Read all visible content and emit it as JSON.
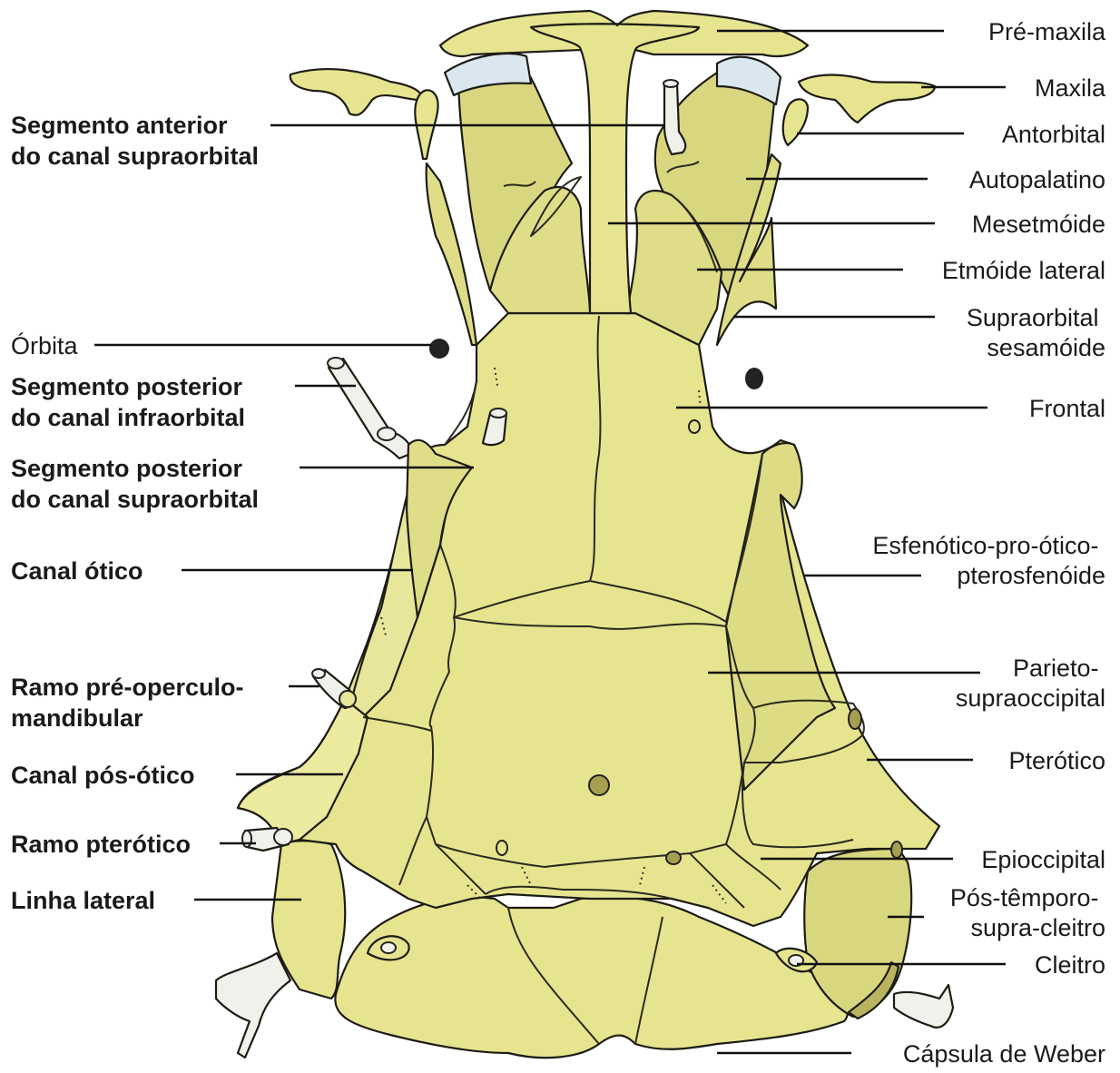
{
  "labels_right": [
    {
      "lines": [
        "Pré-maxila"
      ]
    },
    {
      "lines": [
        "Maxila"
      ]
    },
    {
      "lines": [
        "Antorbital"
      ]
    },
    {
      "lines": [
        "Autopalatino"
      ]
    },
    {
      "lines": [
        "Mesetmóide"
      ]
    },
    {
      "lines": [
        "Etmóide lateral"
      ]
    },
    {
      "lines": [
        "Supraorbital",
        "sesamóide"
      ]
    },
    {
      "lines": [
        "Frontal"
      ]
    },
    {
      "lines": [
        "Esfenótico-pro-ótico-",
        "pterosfenóide"
      ]
    },
    {
      "lines": [
        "Parieto-",
        "supraoccipital"
      ]
    },
    {
      "lines": [
        "Pterótico"
      ]
    },
    {
      "lines": [
        "Epioccipital"
      ]
    },
    {
      "lines": [
        "Pós-têmporo-",
        "supra-cleitro"
      ]
    },
    {
      "lines": [
        "Cleitro"
      ]
    },
    {
      "lines": [
        "Cápsula de Weber"
      ]
    }
  ],
  "labels_left": [
    {
      "lines": [
        "Segmento anterior",
        "do canal supraorbital"
      ]
    },
    {
      "lines": [
        "Órbita"
      ]
    },
    {
      "lines": [
        "Segmento posterior",
        "do canal infraorbital"
      ]
    },
    {
      "lines": [
        "Segmento posterior",
        "do canal supraorbital"
      ]
    },
    {
      "lines": [
        "Canal ótico"
      ]
    },
    {
      "lines": [
        "Ramo pré-operculo-",
        "mandibular"
      ]
    },
    {
      "lines": [
        "Canal pós-ótico"
      ]
    },
    {
      "lines": [
        "Ramo pterótico"
      ]
    },
    {
      "lines": [
        "Linha lateral"
      ]
    }
  ],
  "colors": {
    "bone_fill": "#e6e48f",
    "bone_shadow": "#cfcb73",
    "bone_light": "#f2f0b4",
    "cartilage_blue": "#dbe7ef",
    "canal_fill": "#f1f1ec",
    "foramen": "#a69f50",
    "orbit": "#222222"
  },
  "icons": [
    "orbit-dot"
  ]
}
